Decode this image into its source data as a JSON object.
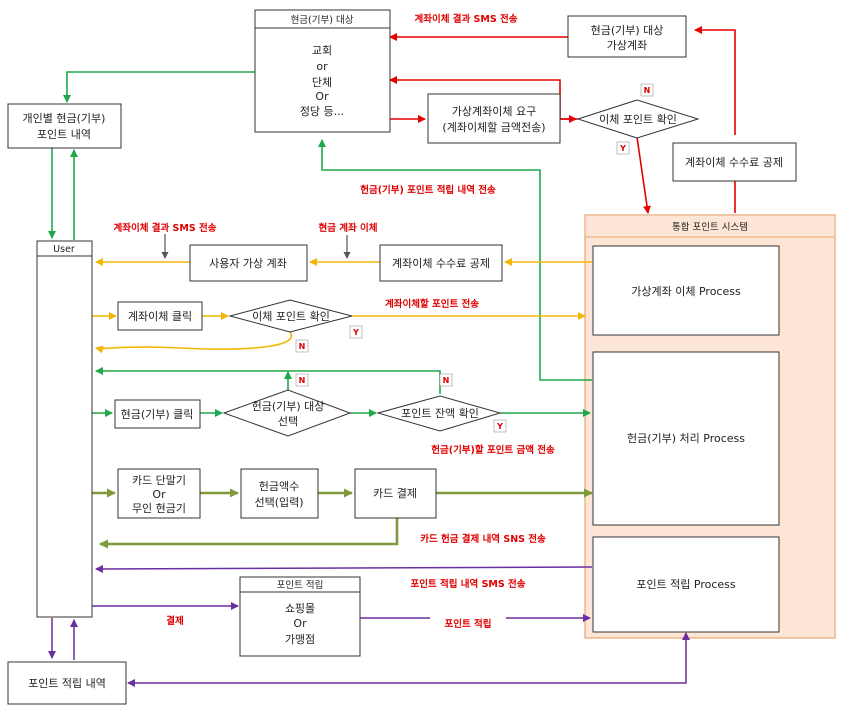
{
  "colors": {
    "red": "#e60000",
    "green": "#1ea84a",
    "yellow": "#f2b705",
    "olive": "#7f9a3a",
    "purple": "#6a2fa0",
    "gray": "#666666",
    "integration_fill": "#fde6d6",
    "integration_border": "#e8a673"
  },
  "boxes": {
    "donation_target": {
      "header": "현금(기부) 대상",
      "lines": [
        "교회",
        "or",
        "단체",
        "Or",
        "정당 등..."
      ]
    },
    "donation_target_account": {
      "lines": [
        "현금(기부) 대상",
        "가상계좌"
      ]
    },
    "virtual_transfer_request": {
      "lines": [
        "가상계좌이체 요구",
        "(계좌이체할 금액전송)"
      ]
    },
    "transfer_fee_top": {
      "lines": [
        "계좌이체 수수료 공제"
      ]
    },
    "personal_points": {
      "lines": [
        "개인별 현금(기부)",
        "포인트 내역"
      ]
    },
    "user": {
      "header": "User"
    },
    "user_virtual_account": {
      "lines": [
        "사용자 가상 계좌"
      ]
    },
    "transfer_fee_mid": {
      "lines": [
        "계좌이체 수수료 공제"
      ]
    },
    "transfer_click": {
      "lines": [
        "계좌이체 클릭"
      ]
    },
    "donation_click": {
      "lines": [
        "현금(기부) 클릭"
      ]
    },
    "card_terminal": {
      "lines": [
        "카드 단말기",
        "Or",
        "무인 현금기"
      ]
    },
    "cash_amount_select": {
      "lines": [
        "헌금액수",
        "선택(입력)"
      ]
    },
    "card_payment": {
      "lines": [
        "카드 결제"
      ]
    },
    "point_accrual": {
      "header": "포인트 적립",
      "lines": [
        "쇼핑몰",
        "Or",
        "가맹점"
      ]
    },
    "point_history": {
      "lines": [
        "포인트 적립 내역"
      ]
    },
    "integrated_system": {
      "header": "통합 포인트 시스템"
    },
    "proc_virtual_transfer": {
      "lines": [
        "가상계좌 이체 Process"
      ]
    },
    "proc_donation": {
      "lines": [
        "헌금(기부) 처리 Process"
      ]
    },
    "proc_point_accrual": {
      "lines": [
        "포인트 적립 Process"
      ]
    }
  },
  "decisions": {
    "transfer_check_top": {
      "lines": [
        "이체 포인트 확인"
      ]
    },
    "transfer_check_mid": {
      "lines": [
        "이체 포인트 확인"
      ]
    },
    "target_select": {
      "lines": [
        "헌금(기부) 대상",
        "선택"
      ]
    },
    "balance_check": {
      "lines": [
        "포인트 잔액 확인"
      ]
    }
  },
  "labels": {
    "sms_result_top": "계좌이체 결과 SMS 전송",
    "donation_points_send": "헌금(기부) 포인트 적립 내역 전송",
    "sms_result_user": "계좌이체 결과 SMS 전송",
    "cash_transfer": "현금 계좌 이체",
    "transfer_points_send": "계좌이체할 포인트 전송",
    "donation_amount_send": "헌금(기부)할 포인트 금액 전송",
    "card_sms": "카드 헌금 결제 내역 SNS 전송",
    "point_sms": "포인트 적립 내역 SMS 전송",
    "payment": "결제",
    "point_accrue": "포인트 적립"
  },
  "flags": {
    "n_top": "N",
    "y_top": "Y",
    "n_mid": "N",
    "y_mid": "Y",
    "n_target": "N",
    "n_balance": "N",
    "y_balance": "Y"
  }
}
